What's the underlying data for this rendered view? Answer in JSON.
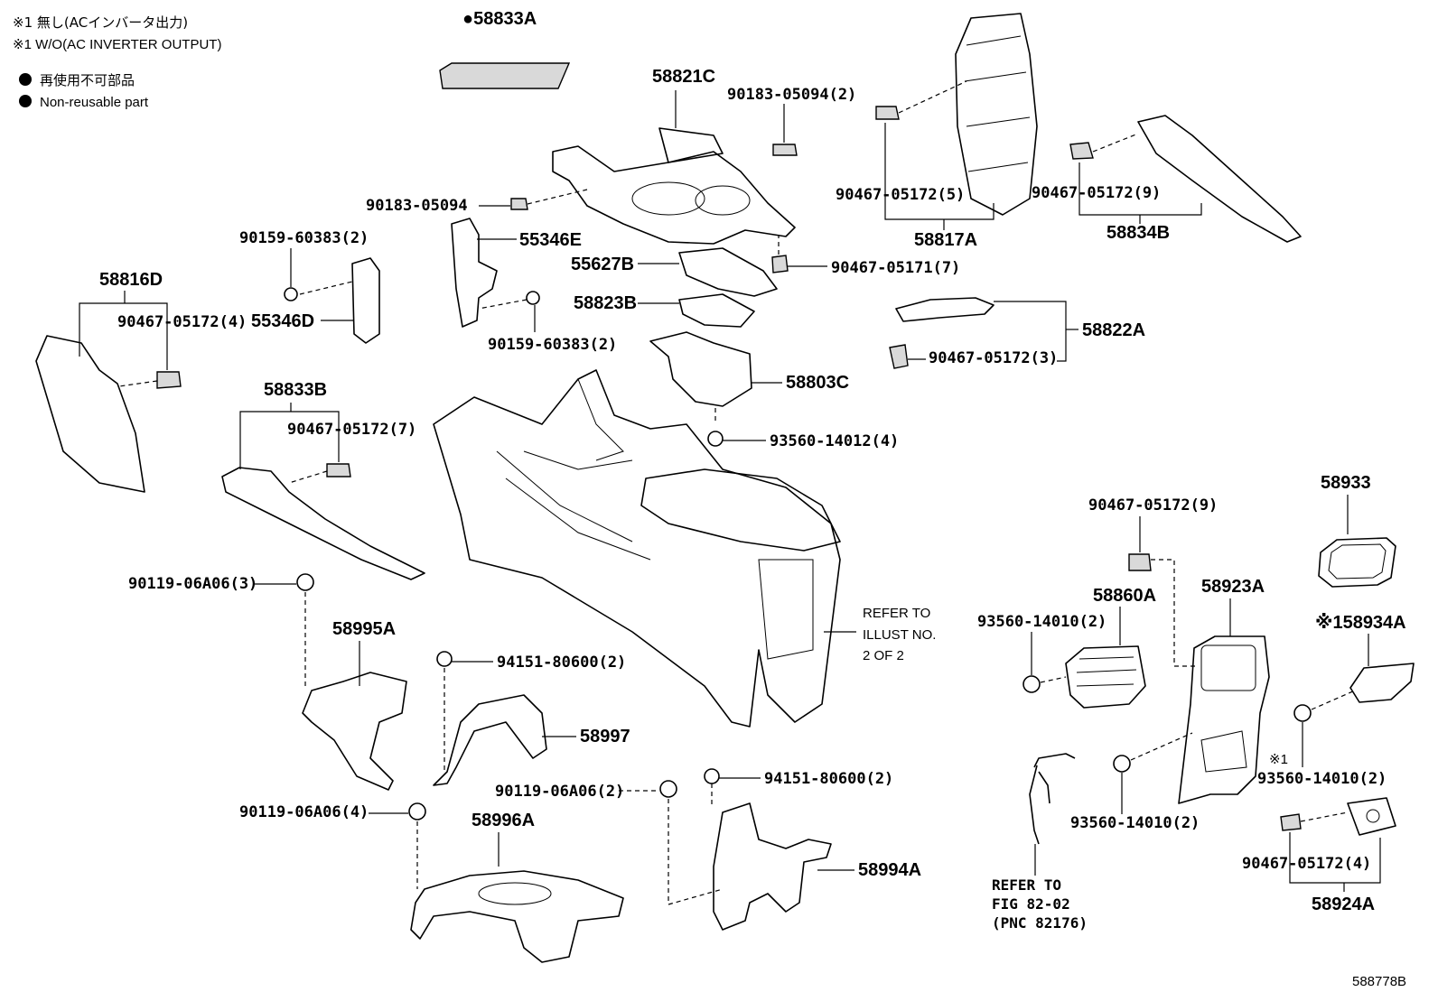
{
  "legend": {
    "note_jp": "※1 無し(ACインバータ出力)",
    "note_en": "※1 W/O(AC INVERTER OUTPUT)",
    "nonreusable_jp": "再使用不可部品",
    "nonreusable_en": "Non-reusable part"
  },
  "parts": {
    "p58833A": "●58833A",
    "p58821C": "58821C",
    "p90183_05094_2": "90183-05094(2)",
    "p90183_05094": "90183-05094",
    "p90467_05172_5": "90467-05172(5)",
    "p58817A": "58817A",
    "p90467_05172_9_top": "90467-05172(9)",
    "p58834B": "58834B",
    "p90159_60383_2_a": "90159-60383(2)",
    "p55346E": "55346E",
    "p55627B": "55627B",
    "p90467_05171_7": "90467-05171(7)",
    "p58816D": "58816D",
    "p90467_05172_4_left": "90467-05172(4)",
    "p55346D": "55346D",
    "p58823B": "58823B",
    "p90159_60383_2_b": "90159-60383(2)",
    "p58822A": "58822A",
    "p90467_05172_3": "90467-05172(3)",
    "p58803C": "58803C",
    "p93560_14012_4": "93560-14012(4)",
    "p58833B": "58833B",
    "p90467_05172_7": "90467-05172(7)",
    "p90119_06A06_3": "90119-06A06(3)",
    "p58995A": "58995A",
    "p94151_80600_2_a": "94151-80600(2)",
    "p58997": "58997",
    "p90119_06A06_2": "90119-06A06(2)",
    "p94151_80600_2_b": "94151-80600(2)",
    "p90119_06A06_4": "90119-06A06(4)",
    "p58996A": "58996A",
    "p58994A": "58994A",
    "p90467_05172_9_mid": "90467-05172(9)",
    "p58933": "58933",
    "p58860A": "58860A",
    "p58923A": "58923A",
    "p58934A": "※158934A",
    "p93560_14010_2_a": "93560-14010(2)",
    "p93560_14010_2_b": "※1",
    "p93560_14010_2_b2": "93560-14010(2)",
    "p93560_14010_2_c": "93560-14010(2)",
    "p90467_05172_4_right": "90467-05172(4)",
    "p58924A": "58924A"
  },
  "refer_illust": [
    "REFER TO",
    "ILLUST NO.",
    "2 OF 2"
  ],
  "refer_fig": [
    "REFER TO",
    "FIG 82-02",
    "(PNC 82176)"
  ],
  "figure_id": "588778B"
}
